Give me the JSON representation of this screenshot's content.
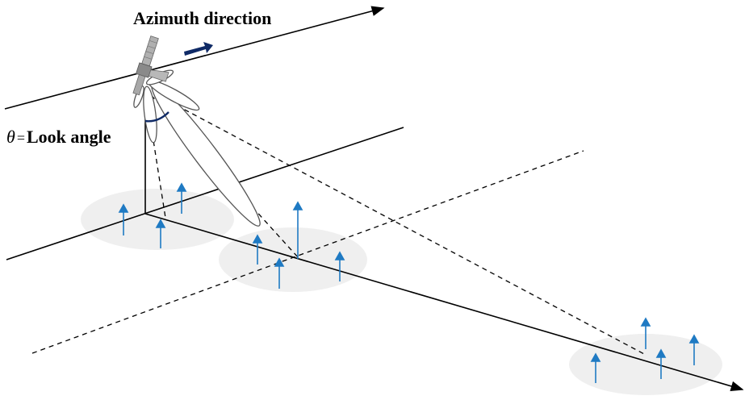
{
  "labels": {
    "azimuth": "Azimuth direction",
    "theta_symbol": "θ",
    "theta_equals": "=",
    "look_angle": "Look angle"
  },
  "colors": {
    "line": "#000000",
    "arrow_blue": "#1f7ac3",
    "azimuth_arrow": "#0f2a66",
    "angle_arc": "#0f2a66",
    "footprint": "#eeeeee",
    "beam_fill": "#ffffff",
    "satellite": "#a0a0a0"
  },
  "icons": {
    "platform": "satellite-icon",
    "direction": "azimuth-arrow-icon",
    "scatterer": "up-arrow-icon"
  }
}
